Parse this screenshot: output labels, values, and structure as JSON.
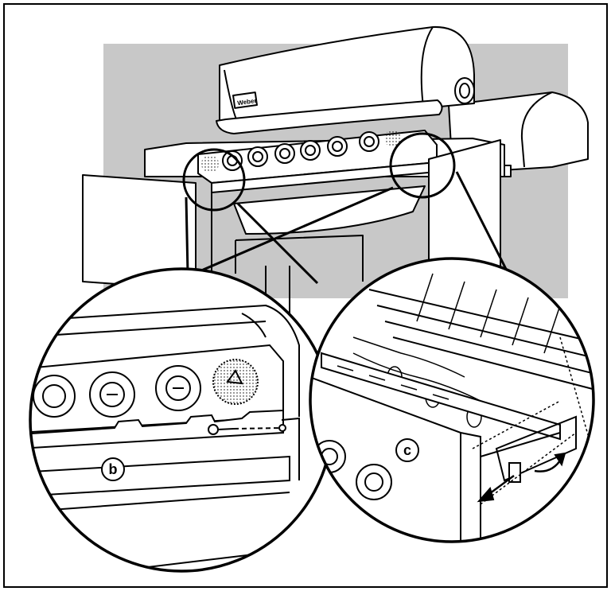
{
  "diagram": {
    "brand_logo_text": "Weber",
    "callouts": [
      {
        "id": "b",
        "label": "b"
      },
      {
        "id": "c",
        "label": "c"
      }
    ],
    "colors": {
      "background_panel": "#c8c8c8",
      "outline": "#000000",
      "fill": "#ffffff"
    }
  }
}
